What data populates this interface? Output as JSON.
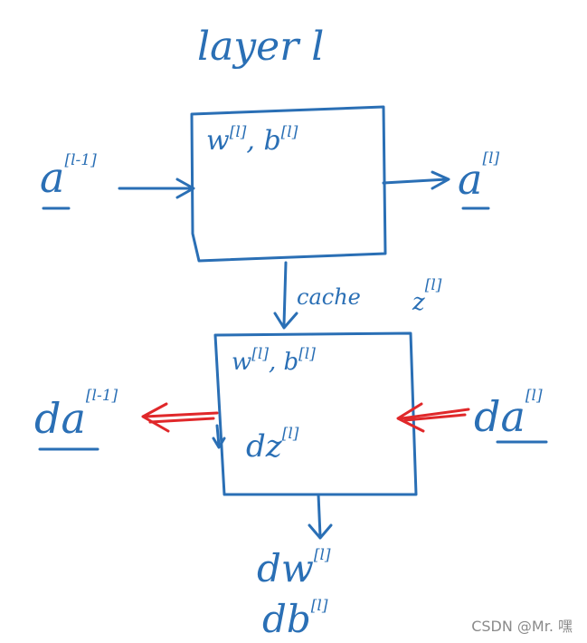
{
  "title": "layer l",
  "forward_block": {
    "params_main": "w",
    "params_sup": "[l]",
    "params_mid": ", b",
    "params_sup2": "[l]"
  },
  "forward_input": {
    "main": "a",
    "sup": "[l-1]"
  },
  "forward_output": {
    "main": "a",
    "sup": "[l]"
  },
  "cache": {
    "label": "cache",
    "main": "z",
    "sup": "[l]"
  },
  "backward_block": {
    "params_main": "w",
    "params_sup": "[l]",
    "params_mid": ", b",
    "params_sup2": "[l]",
    "inner_main": "dz",
    "inner_sup": "[l]"
  },
  "backward_input": {
    "main": "da",
    "sup": "[l]"
  },
  "backward_output": {
    "main": "da",
    "sup": "[l-1]"
  },
  "gradients": {
    "dw": {
      "main": "dw",
      "sup": "[l]"
    },
    "db": {
      "main": "db",
      "sup": "[l]"
    }
  },
  "watermark": "CSDN @Mr. 嘿",
  "colors": {
    "ink": "#2a6fb5",
    "accent": "#e0282a"
  }
}
